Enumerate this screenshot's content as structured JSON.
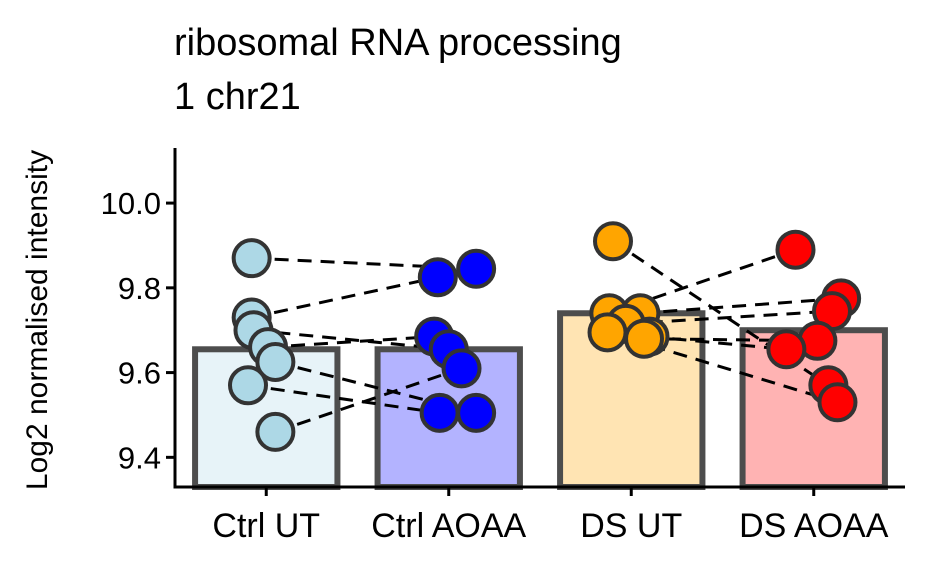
{
  "chart_data": {
    "type": "bar",
    "title_lines": [
      "ribosomal RNA processing",
      "1 chr21"
    ],
    "ylabel": "Log2 normalised intensity",
    "xlabel": "",
    "ylim": [
      9.33,
      10.13
    ],
    "yticks": [
      9.4,
      9.6,
      9.8,
      10.0
    ],
    "ytick_labels": [
      "9.4",
      "9.6",
      "9.8",
      "10.0"
    ],
    "grid": false,
    "legend": "none",
    "categories": [
      "Ctrl UT",
      "Ctrl AOAA",
      "DS UT",
      "DS AOAA"
    ],
    "values": [
      9.655,
      9.655,
      9.74,
      9.7
    ],
    "bar_fills": [
      "#e7f3f8",
      "#b3b3ff",
      "#ffe4b3",
      "#ffb3b3"
    ],
    "point_fills": [
      "#add8e6",
      "#0000ff",
      "#ffa500",
      "#ff0000"
    ],
    "bar_outline": "#4d4d4d",
    "points": [
      [
        {
          "x": 9.87,
          "offset": -0.08
        },
        {
          "x": 9.73,
          "offset": -0.08
        },
        {
          "x": 9.7,
          "offset": -0.07
        },
        {
          "x": 9.66,
          "offset": 0.01
        },
        {
          "x": 9.625,
          "offset": 0.05
        },
        {
          "x": 9.57,
          "offset": -0.1
        },
        {
          "x": 9.46,
          "offset": 0.05
        }
      ],
      [
        {
          "x": 9.845,
          "offset": 0.15
        },
        {
          "x": 9.825,
          "offset": -0.06
        },
        {
          "x": 9.685,
          "offset": -0.08
        },
        {
          "x": 9.655,
          "offset": 0.0
        },
        {
          "x": 9.61,
          "offset": 0.07
        },
        {
          "x": 9.505,
          "offset": 0.15
        },
        {
          "x": 9.505,
          "offset": -0.05
        }
      ],
      [
        {
          "x": 9.91,
          "offset": -0.1
        },
        {
          "x": 9.74,
          "offset": -0.12
        },
        {
          "x": 9.74,
          "offset": 0.05
        },
        {
          "x": 9.715,
          "offset": -0.03
        },
        {
          "x": 9.695,
          "offset": -0.13
        },
        {
          "x": 9.685,
          "offset": 0.1
        },
        {
          "x": 9.68,
          "offset": 0.07
        }
      ],
      [
        {
          "x": 9.89,
          "offset": -0.1
        },
        {
          "x": 9.775,
          "offset": 0.15
        },
        {
          "x": 9.745,
          "offset": 0.1
        },
        {
          "x": 9.675,
          "offset": 0.02
        },
        {
          "x": 9.655,
          "offset": -0.15
        },
        {
          "x": 9.57,
          "offset": 0.08
        },
        {
          "x": 9.53,
          "offset": 0.13
        }
      ]
    ],
    "pairs": [
      [
        [
          0,
          0,
          1,
          0
        ],
        [
          0,
          1,
          1,
          1
        ],
        [
          0,
          2,
          1,
          3
        ],
        [
          0,
          3,
          1,
          2
        ],
        [
          0,
          4,
          1,
          5
        ],
        [
          0,
          5,
          1,
          6
        ],
        [
          0,
          6,
          1,
          4
        ]
      ],
      [
        [
          2,
          0,
          3,
          5
        ],
        [
          2,
          1,
          3,
          0
        ],
        [
          2,
          2,
          3,
          1
        ],
        [
          2,
          3,
          3,
          2
        ],
        [
          2,
          4,
          3,
          6
        ],
        [
          2,
          5,
          3,
          4
        ],
        [
          2,
          6,
          3,
          3
        ]
      ]
    ]
  }
}
